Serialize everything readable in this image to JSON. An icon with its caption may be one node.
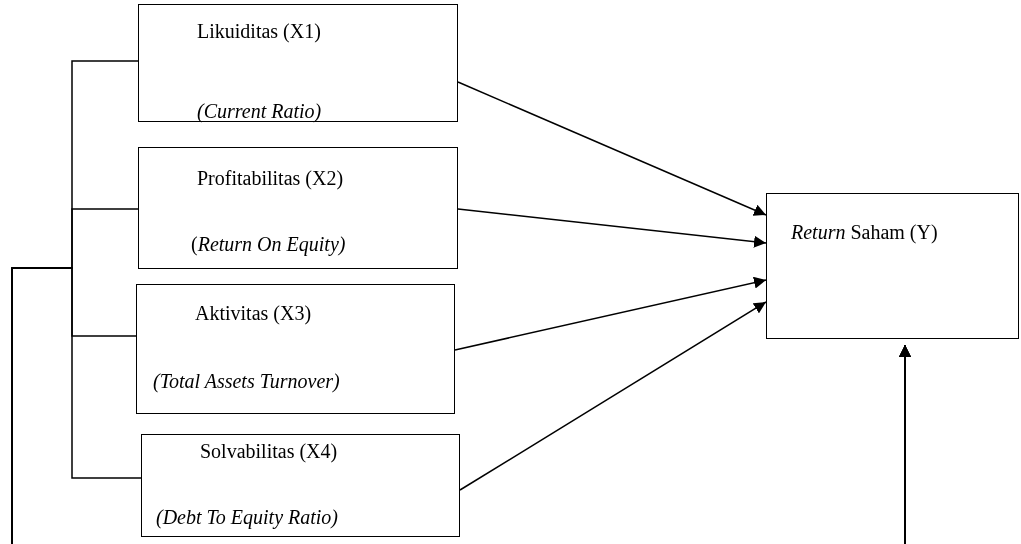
{
  "diagram": {
    "nodes": [
      {
        "text": [
          "Likuiditas (X1)",
          "(Current Ratio)"
        ]
      },
      {
        "text": [
          "Profitabilitas (X2)",
          "(*Return On Equity)*"
        ]
      },
      {
        "text": [
          "Aktivitas (X3)",
          "(Total Assets Turnover)"
        ]
      },
      {
        "text": [
          "Solvabilitas (X4)",
          "(Debt To Equity Ratio)"
        ]
      },
      {
        "text": [
          "*Return* Saham (Y)"
        ]
      }
    ],
    "edges": [
      {
        "from": 0,
        "to": 4,
        "arrow": "to"
      },
      {
        "from": 1,
        "to": 4,
        "arrow": "to"
      },
      {
        "from": 2,
        "to": 4,
        "arrow": "to"
      },
      {
        "from": 3,
        "to": 4,
        "arrow": "to"
      },
      {
        "from": 0,
        "to": 4,
        "arrow": "to"
      },
      {
        "from": 1,
        "to": 4,
        "arrow": "to"
      },
      {
        "from": 2,
        "to": 4,
        "arrow": "to"
      },
      {
        "from": 3,
        "to": 4,
        "arrow": "to"
      }
    ]
  }
}
